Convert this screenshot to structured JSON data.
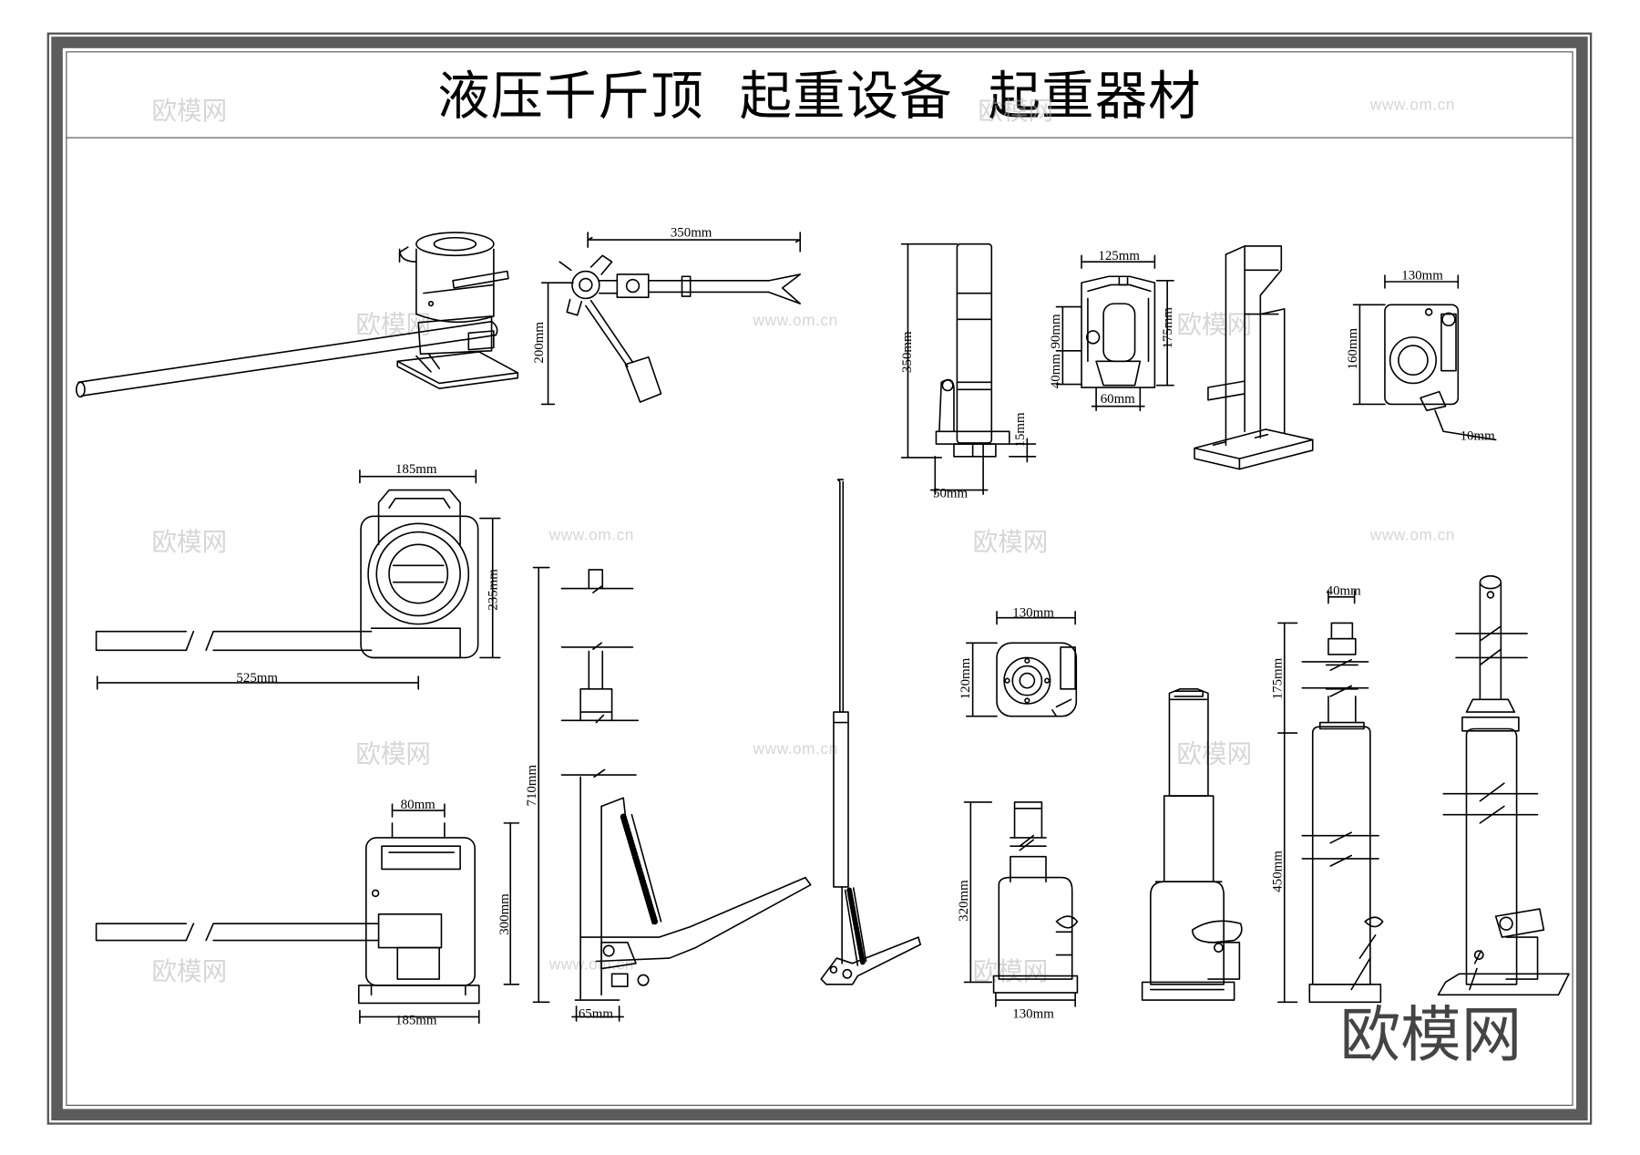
{
  "title": "液压千斤顶  起重设备  起重器材",
  "brand_logo": "欧模网",
  "watermark": {
    "brand": "欧模网",
    "url": "www.om.cn"
  },
  "dimensions": {
    "top_handle_width": "350mm",
    "top_handle_drop": "200mm",
    "side_height": "350mm",
    "side_base_step": "15mm",
    "side_base_width": "50mm",
    "front_width": "125mm",
    "front_lower": "40mm",
    "front_middle": "90mm",
    "front_height": "175mm",
    "front_slot": "60mm",
    "plan_width": "130mm",
    "plan_depth": "160mm",
    "plan_lever": "10mm",
    "top_width": "185mm",
    "top_depth": "235mm",
    "handle_length": "525mm",
    "neck_width": "80mm",
    "body_height": "300mm",
    "base_width": "185mm",
    "pump_height": "710mm",
    "pump_width": "65mm",
    "small_top_width": "130mm",
    "small_top_depth": "120mm",
    "small_height": "320mm",
    "small_base_width": "130mm",
    "ram_width": "40mm",
    "ram_extension": "175mm",
    "tall_body": "450mm"
  }
}
